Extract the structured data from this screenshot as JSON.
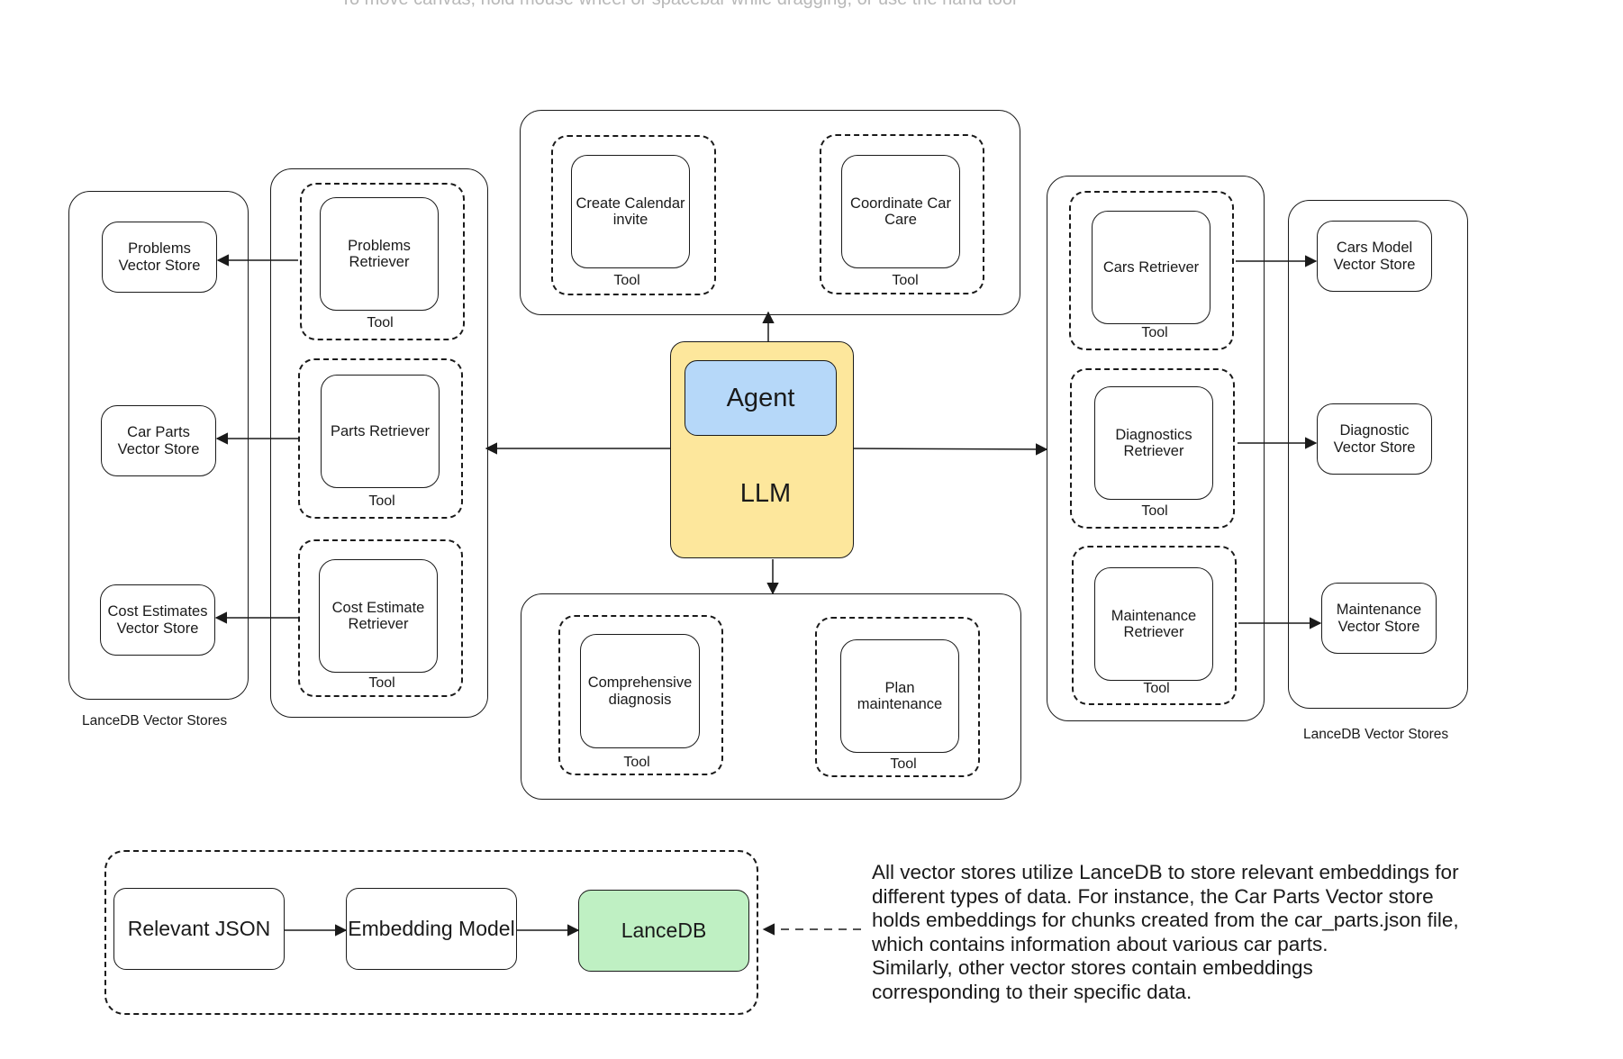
{
  "canvas_hint": "To move canvas, hold mouse wheel or spacebar while dragging, or use the hand tool",
  "center": {
    "agent": "Agent",
    "llm": "LLM"
  },
  "tool_label": "Tool",
  "top_tools": [
    "Create Calendar invite",
    "Coordinate Car Care"
  ],
  "bottom_tools": [
    "Comprehensive diagnosis",
    "Plan maintenance"
  ],
  "left_retrievers": [
    "Problems Retriever",
    "Parts Retriever",
    "Cost Estimate Retriever"
  ],
  "left_stores": [
    "Problems Vector Store",
    "Car Parts Vector Store",
    "Cost Estimates Vector Store"
  ],
  "right_retrievers": [
    "Cars Retriever",
    "Diagnostics Retriever",
    "Maintenance Retriever"
  ],
  "right_stores": [
    "Cars Model Vector Store",
    "Diagnostic Vector Store",
    "Maintenance Vector Store"
  ],
  "left_group_label": "LanceDB Vector Stores",
  "right_group_label": "LanceDB Vector Stores",
  "pipeline": {
    "step1": "Relevant JSON",
    "step2": "Embedding Model",
    "step3": "LanceDB"
  },
  "note": "All vector stores utilize LanceDB to store relevant embeddings for\ndifferent types of data. For instance, the Car Parts Vector store\nholds embeddings for chunks created from the car_parts.json file,\nwhich contains information about various car parts.\nSimilarly, other vector stores contain embeddings\ncorresponding to their specific data.",
  "colors": {
    "agent": "#b6d8f9",
    "llm": "#fde79c",
    "lancedb": "#bff0c3",
    "hint": "#b8b8b8"
  }
}
